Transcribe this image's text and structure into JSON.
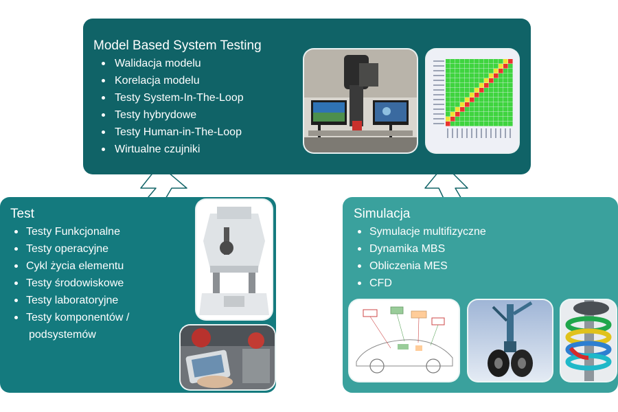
{
  "mbst": {
    "title": "Model Based System Testing",
    "items": [
      "Walidacja modelu",
      "Korelacja modelu",
      "Testy System-In-The-Loop",
      "Testy hybrydowe",
      "Testy Human-in-The-Loop",
      "Wirtualne czujniki"
    ]
  },
  "test": {
    "title": "Test",
    "items": [
      "Testy Funkcjonalne",
      "Testy operacyjne",
      "Cykl życia elementu",
      "Testy środowiskowe",
      "Testy laboratoryjne",
      "Testy komponentów /"
    ],
    "item_continuation": "podsystemów"
  },
  "sim": {
    "title": "Simulacja",
    "items": [
      "Symulacje multifizyczne",
      "Dynamika MBS",
      "Obliczenia MES",
      "CFD"
    ]
  },
  "colors": {
    "mbst_box": "#106367",
    "test_box": "#147a7e",
    "sim_box": "#3aa19d",
    "text": "#ffffff",
    "arrow": "#ffffff"
  }
}
